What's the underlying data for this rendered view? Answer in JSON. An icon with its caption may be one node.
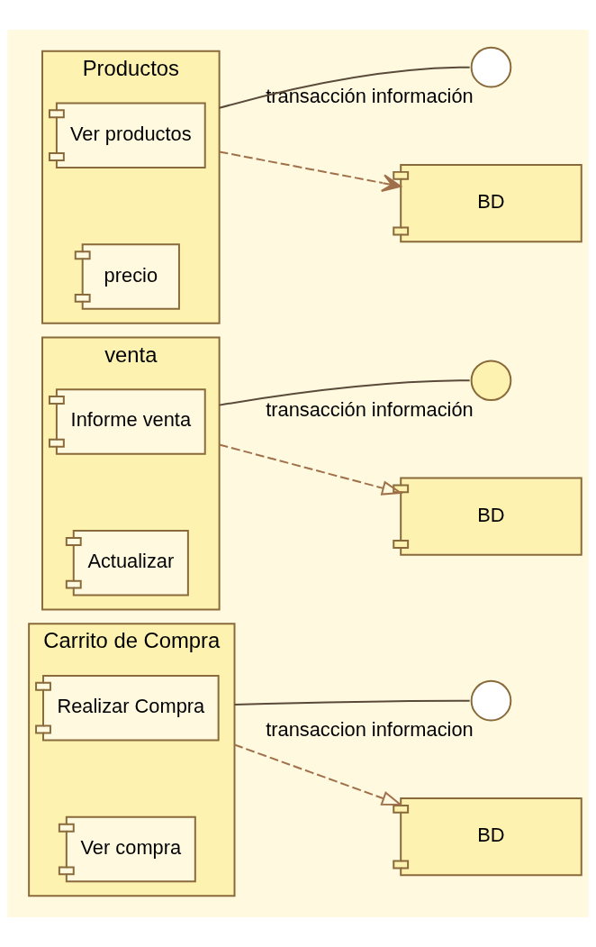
{
  "diagram": {
    "nodes": [
      {
        "text": [
          "Productos"
        ]
      },
      {
        "text": [
          "Ver productos"
        ],
        "in": 0
      },
      {
        "text": [
          "precio"
        ],
        "in": 0
      },
      {
        "text": [],
        "shape": "circle",
        "beside": [
          "transacción información"
        ]
      },
      {
        "text": [
          "BD"
        ]
      },
      {
        "text": [
          "venta"
        ]
      },
      {
        "text": [
          "Informe venta"
        ],
        "in": 5
      },
      {
        "text": [
          "Actualizar"
        ],
        "in": 5
      },
      {
        "text": [],
        "shape": "circle",
        "beside": [
          "transacción información"
        ]
      },
      {
        "text": [
          "BD"
        ]
      },
      {
        "text": [
          "Carrito de Compra"
        ]
      },
      {
        "text": [
          "Realizar Compra"
        ],
        "in": 10
      },
      {
        "text": [
          "Ver compra"
        ],
        "in": 10
      },
      {
        "text": [],
        "shape": "circle",
        "beside": [
          "transaccion informacion"
        ]
      },
      {
        "text": [
          "BD"
        ]
      }
    ],
    "edges": [
      {
        "from": 0,
        "to": 3,
        "arrow": "none"
      },
      {
        "from": 0,
        "to": 4,
        "arrow": "to",
        "style": "dashed"
      },
      {
        "from": 5,
        "to": 8,
        "arrow": "none"
      },
      {
        "from": 5,
        "to": 9,
        "arrow": "to",
        "style": "dashed"
      },
      {
        "from": 10,
        "to": 13,
        "arrow": "none"
      },
      {
        "from": 10,
        "to": 14,
        "arrow": "to",
        "style": "dashed"
      }
    ]
  }
}
